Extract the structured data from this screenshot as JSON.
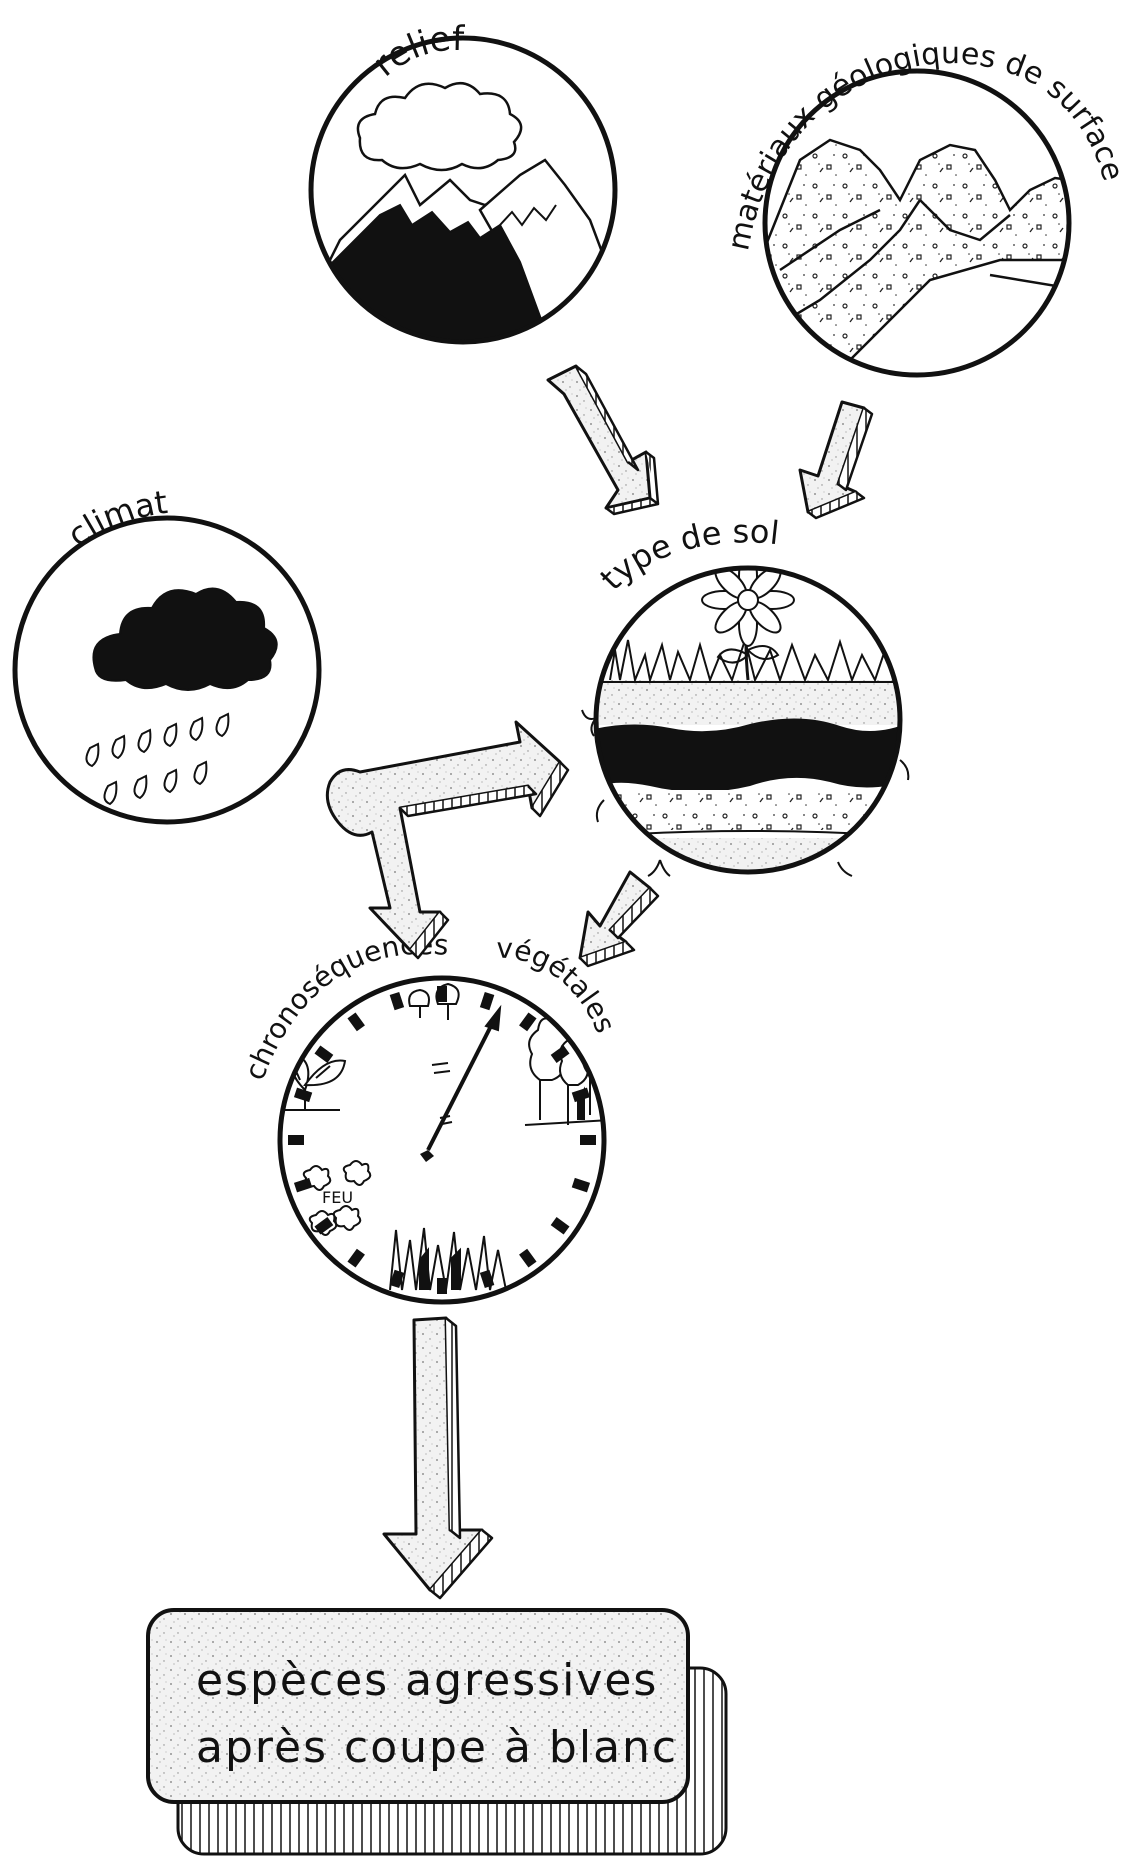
{
  "labels": {
    "relief": "relief",
    "materials": "matériaux géologiques de surface",
    "climate": "climat",
    "soil_type": "type de sol",
    "chrono": "chronoséquences",
    "vegetal": "végétales",
    "fire": "FEU"
  },
  "result": {
    "line1": "espèces agressives",
    "line2": "après coupe à blanc"
  }
}
